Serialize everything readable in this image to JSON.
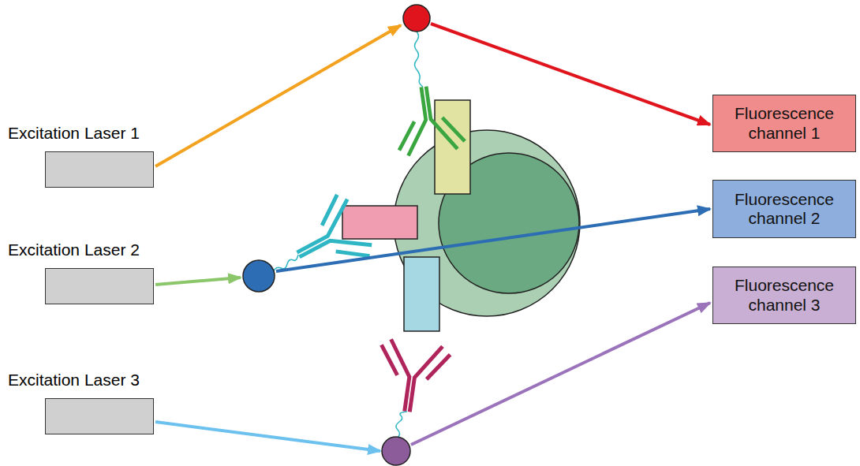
{
  "diagram": {
    "nodes": [
      {
        "text": [
          "Excitation Laser 1"
        ]
      },
      {
        "text": [
          "Excitation Laser 2"
        ]
      },
      {
        "text": [
          "Excitation Laser 3"
        ]
      },
      {
        "text": [
          "Fluorescence channel 1"
        ]
      },
      {
        "text": [
          "Fluorescence channel 2"
        ]
      },
      {
        "text": [
          "Fluorescence channel 3"
        ]
      }
    ]
  }
}
